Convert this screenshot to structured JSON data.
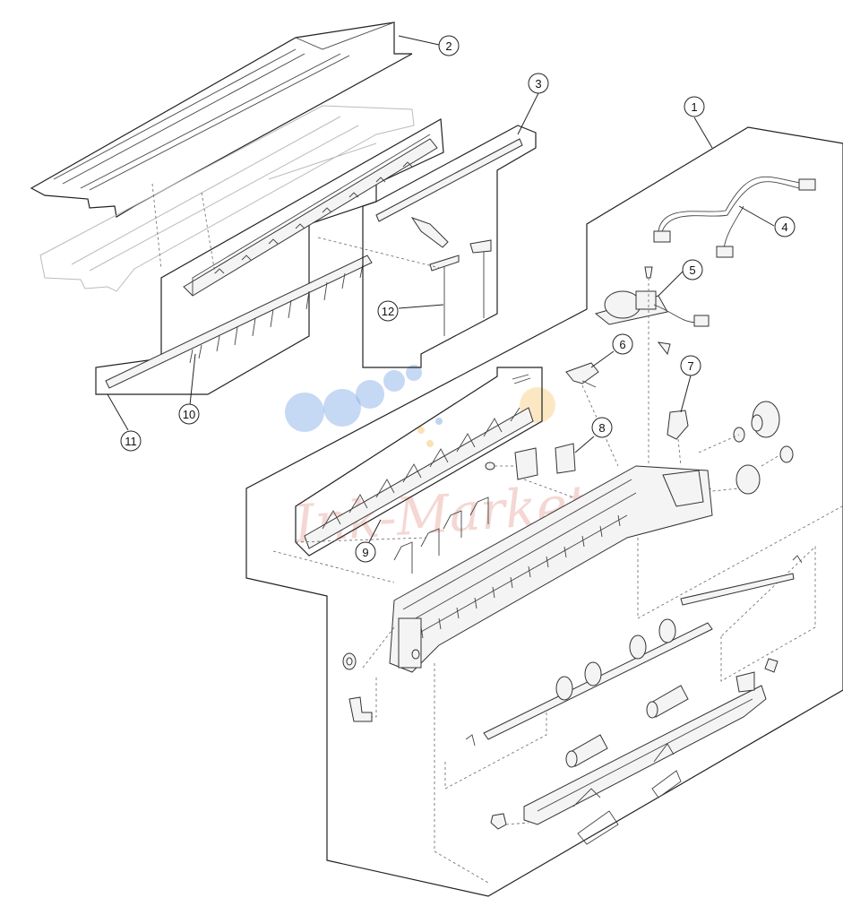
{
  "diagram": {
    "callouts": [
      "1",
      "2",
      "3",
      "4",
      "5",
      "6",
      "7",
      "8",
      "9",
      "10",
      "11",
      "12"
    ]
  },
  "watermark": {
    "text": "Ink-Market",
    "colors": {
      "blue": "#7fa8e6",
      "orange": "#f5c66a",
      "pink": "#e8a8a0"
    }
  }
}
